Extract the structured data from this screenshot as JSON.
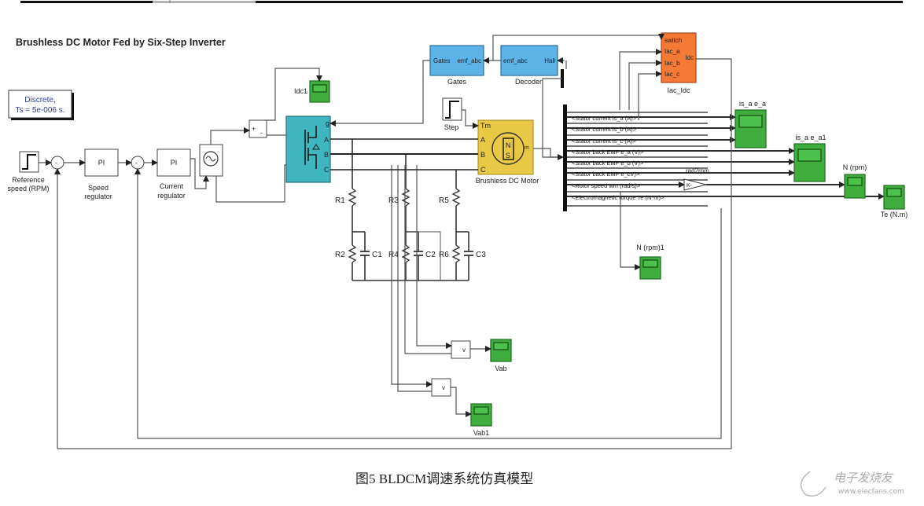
{
  "diagram": {
    "title": "Brushless DC Motor Fed by Six-Step Inverter",
    "solver": {
      "line1": "Discrete,",
      "line2": "Ts = 5e-006 s."
    },
    "reference": {
      "label1": "Reference",
      "label2": "speed (RPM)"
    },
    "speed_reg": {
      "text": "PI",
      "label1": "Speed",
      "label2": "regulator"
    },
    "current_reg": {
      "text": "PI",
      "label1": "Current",
      "label2": "regulator"
    },
    "sum_signs": {
      "plus": "+",
      "minus": "-"
    },
    "scopes": {
      "idc1": "Idc1",
      "is_a_e_a": "is_a e_a",
      "is_a_e_a1": "is_a e_a1",
      "n_rpm": "N (rpm)",
      "te": "Te (N.m)",
      "n_rpm1": "N (rpm)1",
      "vab": "Vab",
      "vab1": "Vab1"
    },
    "inverter": {
      "ports": [
        "g",
        "A",
        "B",
        "C"
      ]
    },
    "gates": {
      "in": "Gates",
      "out": "emf_abc",
      "label": "Gates"
    },
    "decoder": {
      "in": "emf_abc",
      "out": "Hall",
      "label": "Decoder"
    },
    "iac_idc": {
      "ports": [
        "switch",
        "Iac_a",
        "Iac_b",
        "Iac_c"
      ],
      "out": "Idc",
      "label": "Iac_Idc"
    },
    "step": {
      "label": "Step"
    },
    "motor": {
      "ports": [
        "Tm",
        "A",
        "B",
        "C"
      ],
      "out": "m",
      "n": "N",
      "s": "S",
      "label": "Brushless DC Motor"
    },
    "bus_signals": [
      "<Stator current is_a (A)>",
      "<Stator current is_b (A)>",
      "<Stator current is_c (A)>",
      "<Stator back EMF e_a (V)>",
      "<Stator back EMF e_b (V)>",
      "<Stator back EMF e_cV)>",
      "<Rotor speed wm (rad/s)>",
      "<Electromagnetic torque Te (N*m)>"
    ],
    "gain": {
      "label": "rad2rpm",
      "text": "K-"
    },
    "rc": {
      "r": [
        "R1",
        "R2",
        "R3",
        "R4",
        "R5",
        "R6"
      ],
      "c": [
        "C1",
        "C2",
        "C3"
      ]
    },
    "vmeas": {
      "text": "v"
    }
  },
  "caption": "图5  BLDCM调速系统仿真模型",
  "watermark": {
    "cn": "电子发烧友",
    "url": "www.elecfans.com"
  }
}
